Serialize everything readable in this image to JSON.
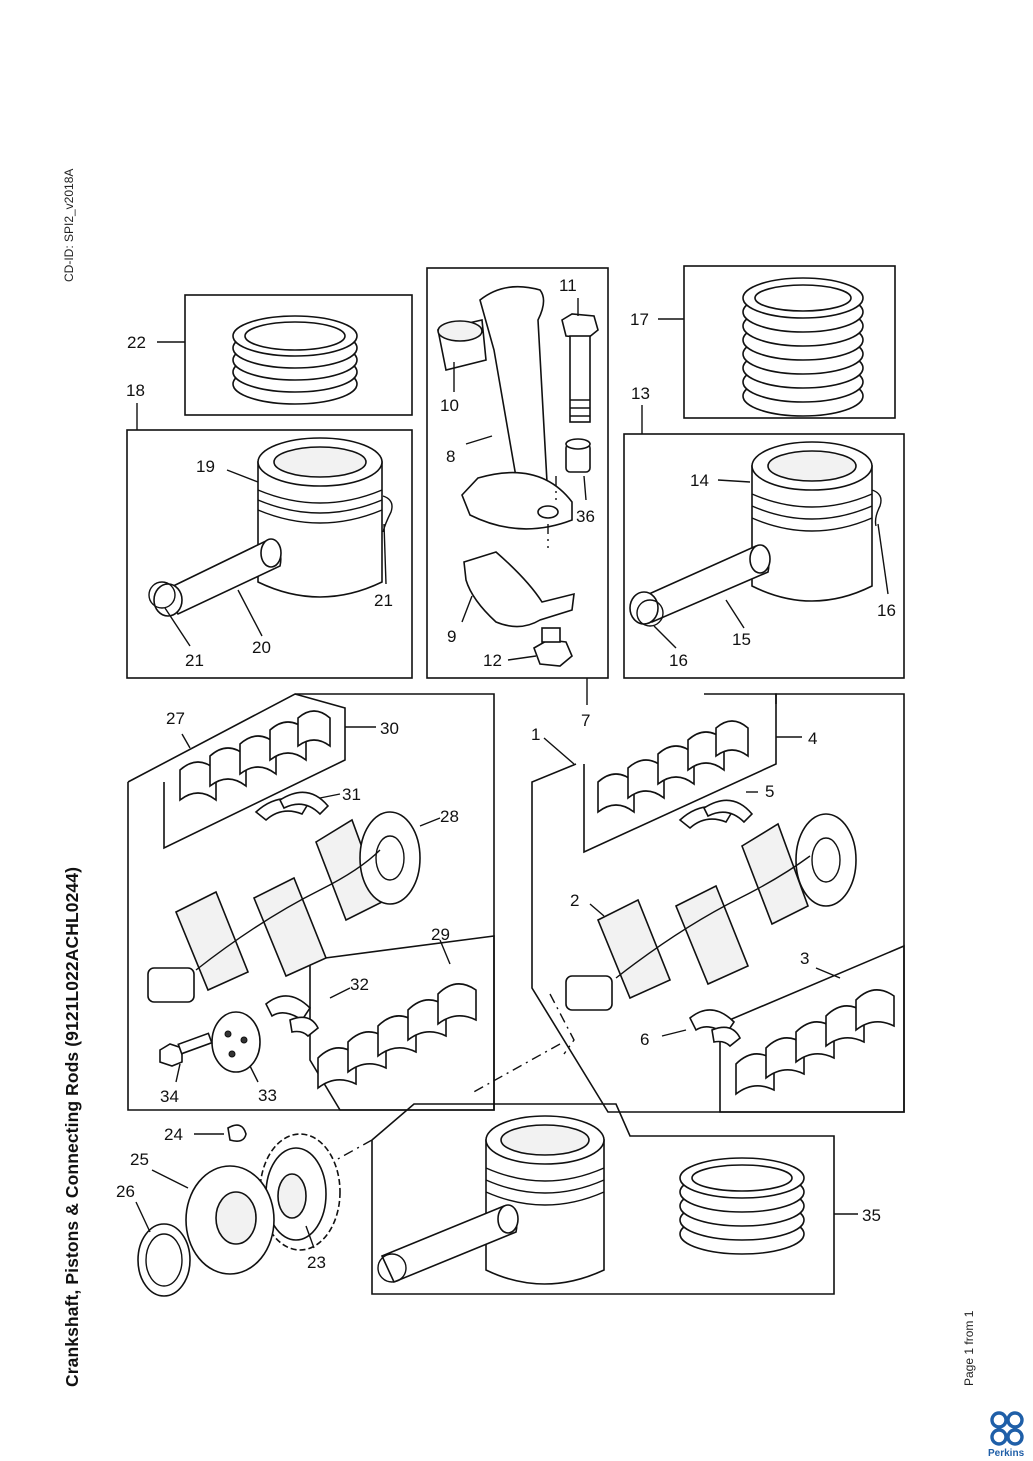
{
  "document": {
    "cd_id": "CD-ID: SPI2_v2018A",
    "title": "Crankshaft, Pistons & Connecting Rods (9121L022ACHL0244)",
    "page_info": "Page 1 from 1",
    "brand": "Perkins",
    "brand_color": "#1f5fa8"
  },
  "callouts": {
    "c1": "1",
    "c2": "2",
    "c3": "3",
    "c4": "4",
    "c5": "5",
    "c6": "6",
    "c7": "7",
    "c8": "8",
    "c9": "9",
    "c10": "10",
    "c11": "11",
    "c12": "12",
    "c13": "13",
    "c14": "14",
    "c15": "15",
    "c16a": "16",
    "c16b": "16",
    "c17": "17",
    "c18": "18",
    "c19": "19",
    "c20": "20",
    "c21a": "21",
    "c21b": "21",
    "c22": "22",
    "c23": "23",
    "c24": "24",
    "c25": "25",
    "c26": "26",
    "c27": "27",
    "c28": "28",
    "c29": "29",
    "c30": "30",
    "c31": "31",
    "c32": "32",
    "c33": "33",
    "c34": "34",
    "c35": "35",
    "c36": "36"
  }
}
